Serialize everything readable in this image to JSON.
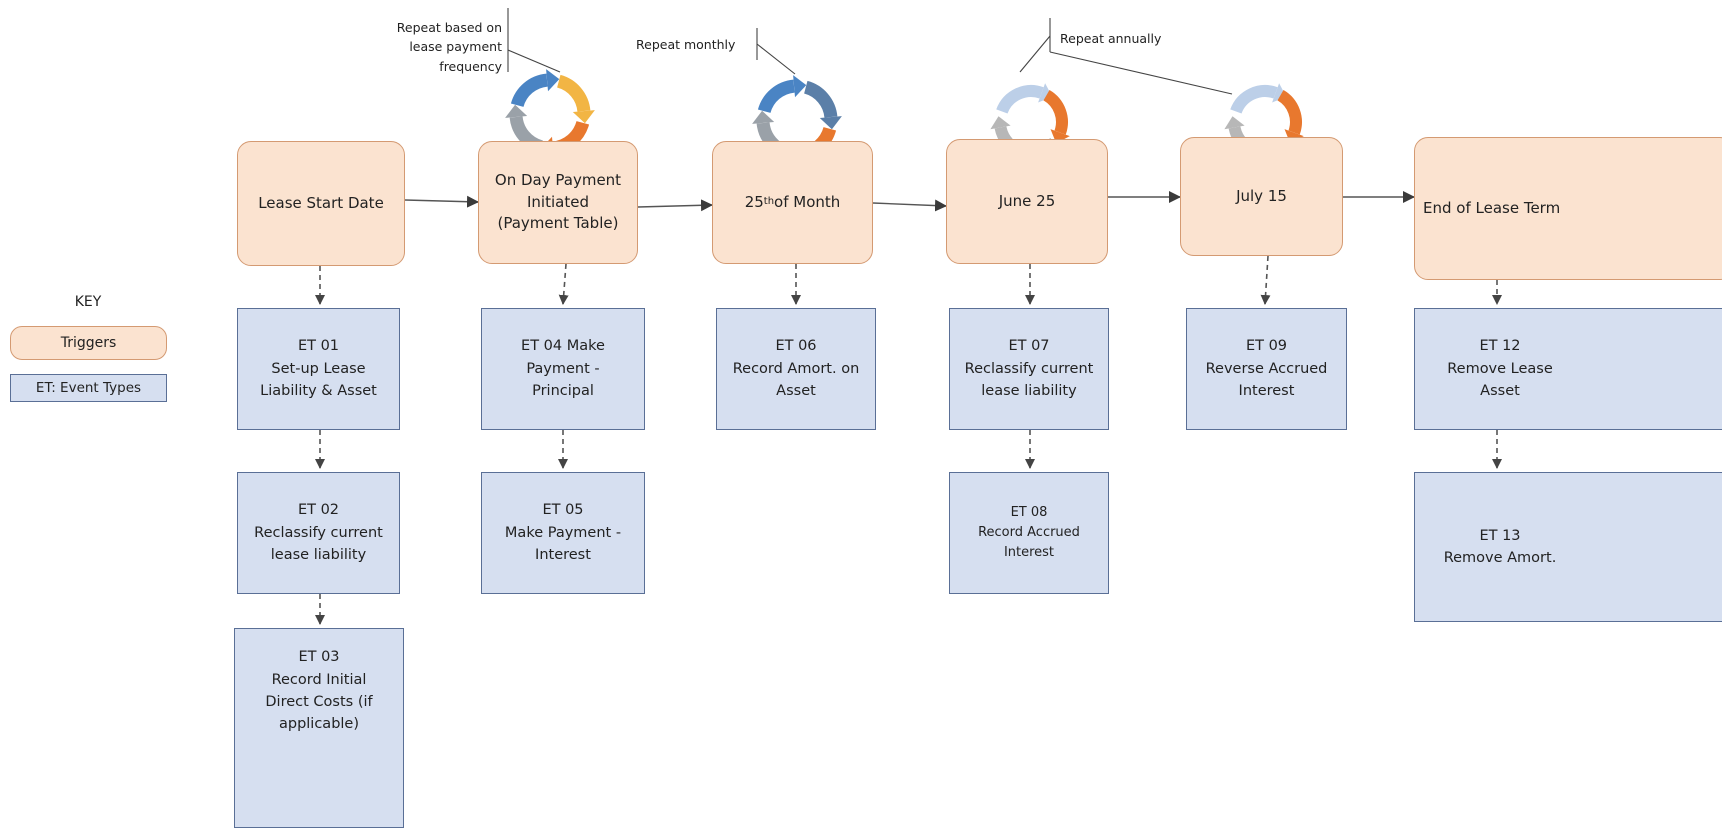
{
  "triggers": [
    {
      "label": "Lease Start Date"
    },
    {
      "label": "On Day Payment\nInitiated\n(Payment Table)"
    },
    {
      "label_prefix": "25",
      "label_sup": "th",
      "label_suffix": " of Month"
    },
    {
      "label": "June 25"
    },
    {
      "label": "July 15"
    },
    {
      "label": "End of Lease Term"
    }
  ],
  "events": {
    "et01": "ET 01\nSet-up Lease\nLiability & Asset",
    "et02": "ET 02\nReclassify current\nlease liability",
    "et03": "ET 03\nRecord Initial\nDirect Costs (if\napplicable)",
    "et04": "ET 04 Make\nPayment -\nPrincipal",
    "et05": "ET 05\nMake Payment -\nInterest",
    "et06": "ET 06\nRecord Amort. on\nAsset",
    "et07": "ET 07\nReclassify current\nlease liability",
    "et08": "ET 08\nRecord Accrued\nInterest",
    "et09": "ET 09\nReverse Accrued\nInterest",
    "et12": "ET 12\nRemove Lease\nAsset",
    "et13": "ET 13\nRemove Amort."
  },
  "notes": {
    "payment_frequency": "Repeat based on\nlease payment\nfrequency",
    "monthly": "Repeat monthly",
    "annually": "Repeat annually"
  },
  "key": {
    "title": "KEY",
    "trigger_label": "Triggers",
    "event_label": "ET: Event Types"
  },
  "colors": {
    "trigger_fill": "#fbe3d0",
    "trigger_border": "#d49a72",
    "event_fill": "#d6dff0",
    "event_border": "#5a6f96",
    "cycle_orange": "#e8782e",
    "cycle_blue": "#4a84c4",
    "cycle_gray": "#9aa1a8",
    "cycle_yellow": "#f2b544",
    "cycle_lightblue": "#bccfe8",
    "cycle_lightgray": "#b7b7b7"
  },
  "icons": {
    "cycle_payment": "cycle-arrows-icon",
    "cycle_monthly": "cycle-arrows-icon",
    "cycle_annual": "cycle-arrows-icon"
  }
}
